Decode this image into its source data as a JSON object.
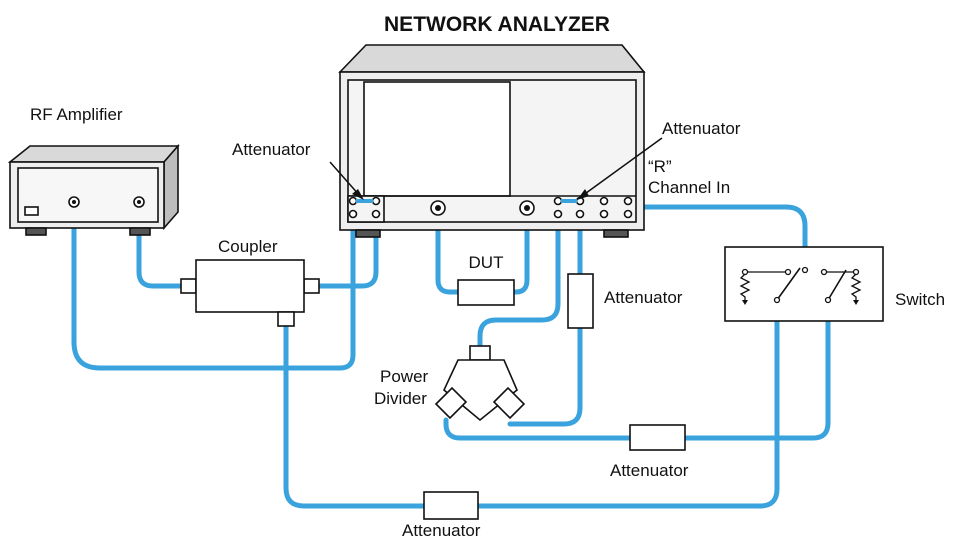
{
  "title": "NETWORK ANALYZER",
  "labels": {
    "rf_amplifier": "RF Amplifier",
    "attenuator_left": "Attenuator",
    "attenuator_right": "Attenuator",
    "r_channel_line1": "“R”",
    "r_channel_line2": "Channel In",
    "coupler": "Coupler",
    "dut": "DUT",
    "attenuator_mid": "Attenuator",
    "switch": "Switch",
    "power_divider_line1": "Power",
    "power_divider_line2": "Divider",
    "attenuator_lower": "Attenuator",
    "attenuator_bottom": "Attenuator"
  },
  "colors": {
    "cable": "#3aa3dd",
    "panel": "#eeeeee",
    "panel_dark": "#bdbdbd",
    "outline": "#111111"
  }
}
